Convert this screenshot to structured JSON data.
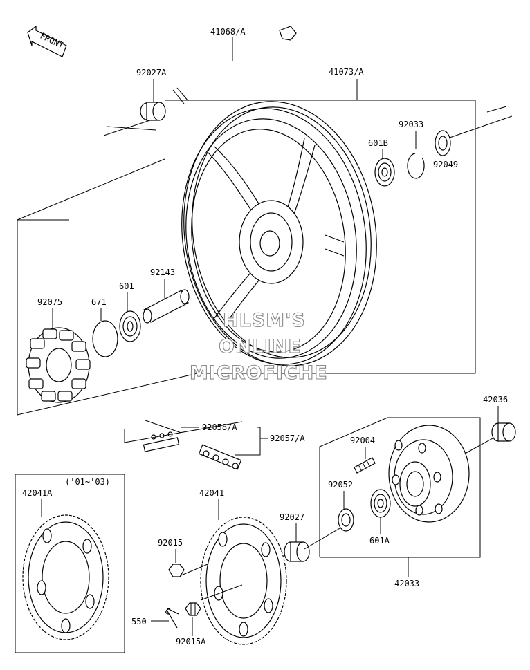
{
  "front_arrow": {
    "label": "FRONT",
    "icon": "front-direction-arrow-icon"
  },
  "watermark": {
    "line1": "HLSM'S",
    "line2": "ONLINE",
    "line3": "MICROFICHE"
  },
  "note": {
    "year_range": "('01~'03)"
  },
  "labels": {
    "axle": "41068/A",
    "collar_front": "92027A",
    "wheel_assy": "41073/A",
    "snap_ring": "92033",
    "bearing_601b": "601B",
    "seal_92049": "92049",
    "damper": "92075",
    "o_ring": "671",
    "bearing_601": "601",
    "spacer": "92143",
    "chain_link": "92058/A",
    "chain": "92057/A",
    "sprocket_a": "42041A",
    "sprocket": "42041",
    "nut": "92015",
    "nut_a": "92015A",
    "cotter_pin": "550",
    "collar_rear": "92027",
    "seal_92052": "92052",
    "stud": "92004",
    "collar_42036": "42036",
    "bearing_601a": "601A",
    "coupling": "42033"
  }
}
